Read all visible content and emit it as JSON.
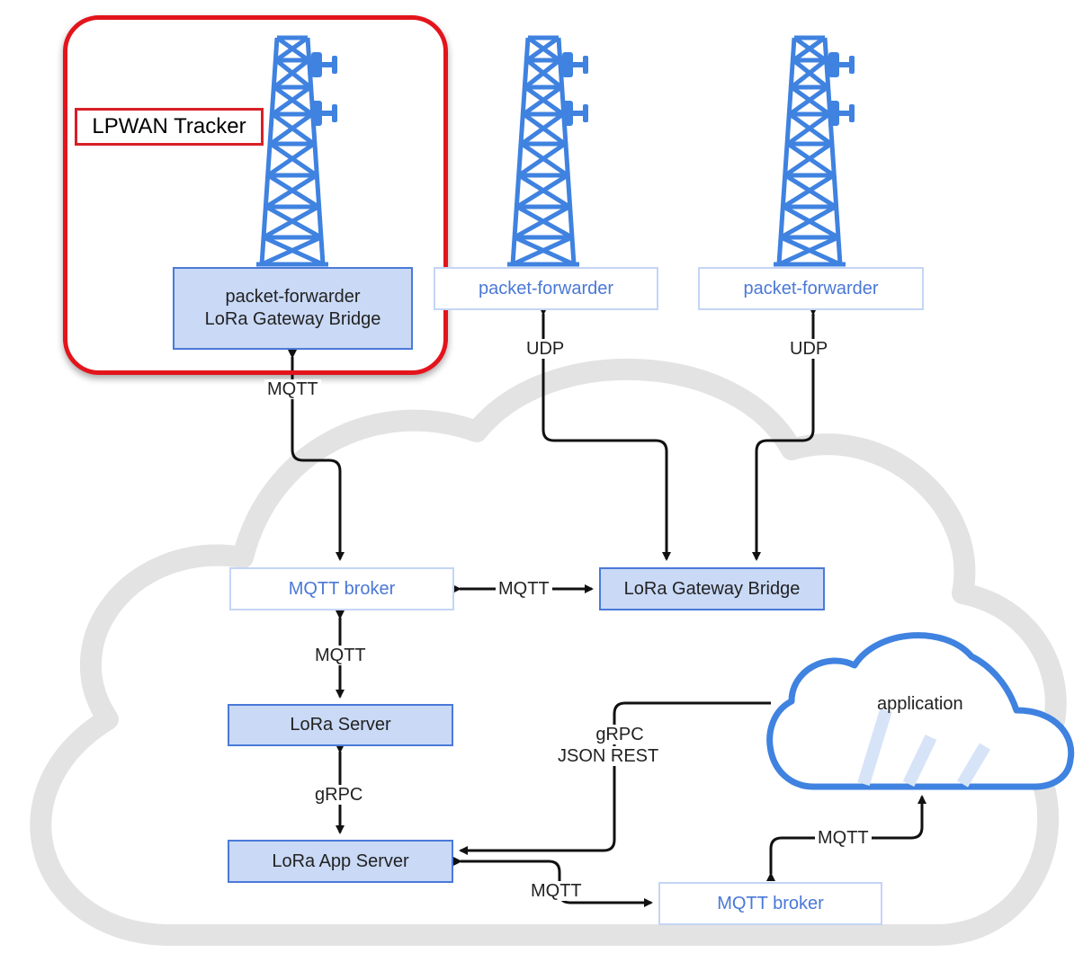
{
  "tracker": {
    "label": "LPWAN Tracker"
  },
  "gateway1": {
    "line1": "packet-forwarder",
    "line2": "LoRa Gateway Bridge"
  },
  "gateway2": {
    "label": "packet-forwarder"
  },
  "gateway3": {
    "label": "packet-forwarder"
  },
  "mqtt_broker_top": {
    "label": "MQTT broker"
  },
  "lora_gateway_bridge": {
    "label": "LoRa Gateway Bridge"
  },
  "lora_server": {
    "label": "LoRa Server"
  },
  "lora_app_server": {
    "label": "LoRa App Server"
  },
  "mqtt_broker_bottom": {
    "label": "MQTT broker"
  },
  "application": {
    "label": "application"
  },
  "links": {
    "mqtt_gateway": "MQTT",
    "udp_left": "UDP",
    "udp_right": "UDP",
    "mqtt_bridge": "MQTT",
    "mqtt_server": "MQTT",
    "grpc_server": "gRPC",
    "grpc_app_line1": "gRPC",
    "grpc_app_line2": "JSON REST",
    "mqtt_appserver": "MQTT",
    "mqtt_application": "MQTT"
  },
  "colors": {
    "accent_blue": "#4a7ad8",
    "box_fill": "#c9d9f6",
    "outline_blue": "#c4d5f5",
    "tower_blue": "#3f82e0",
    "highlight_red": "#e3141c",
    "cloud_gray": "#e3e3e3"
  }
}
